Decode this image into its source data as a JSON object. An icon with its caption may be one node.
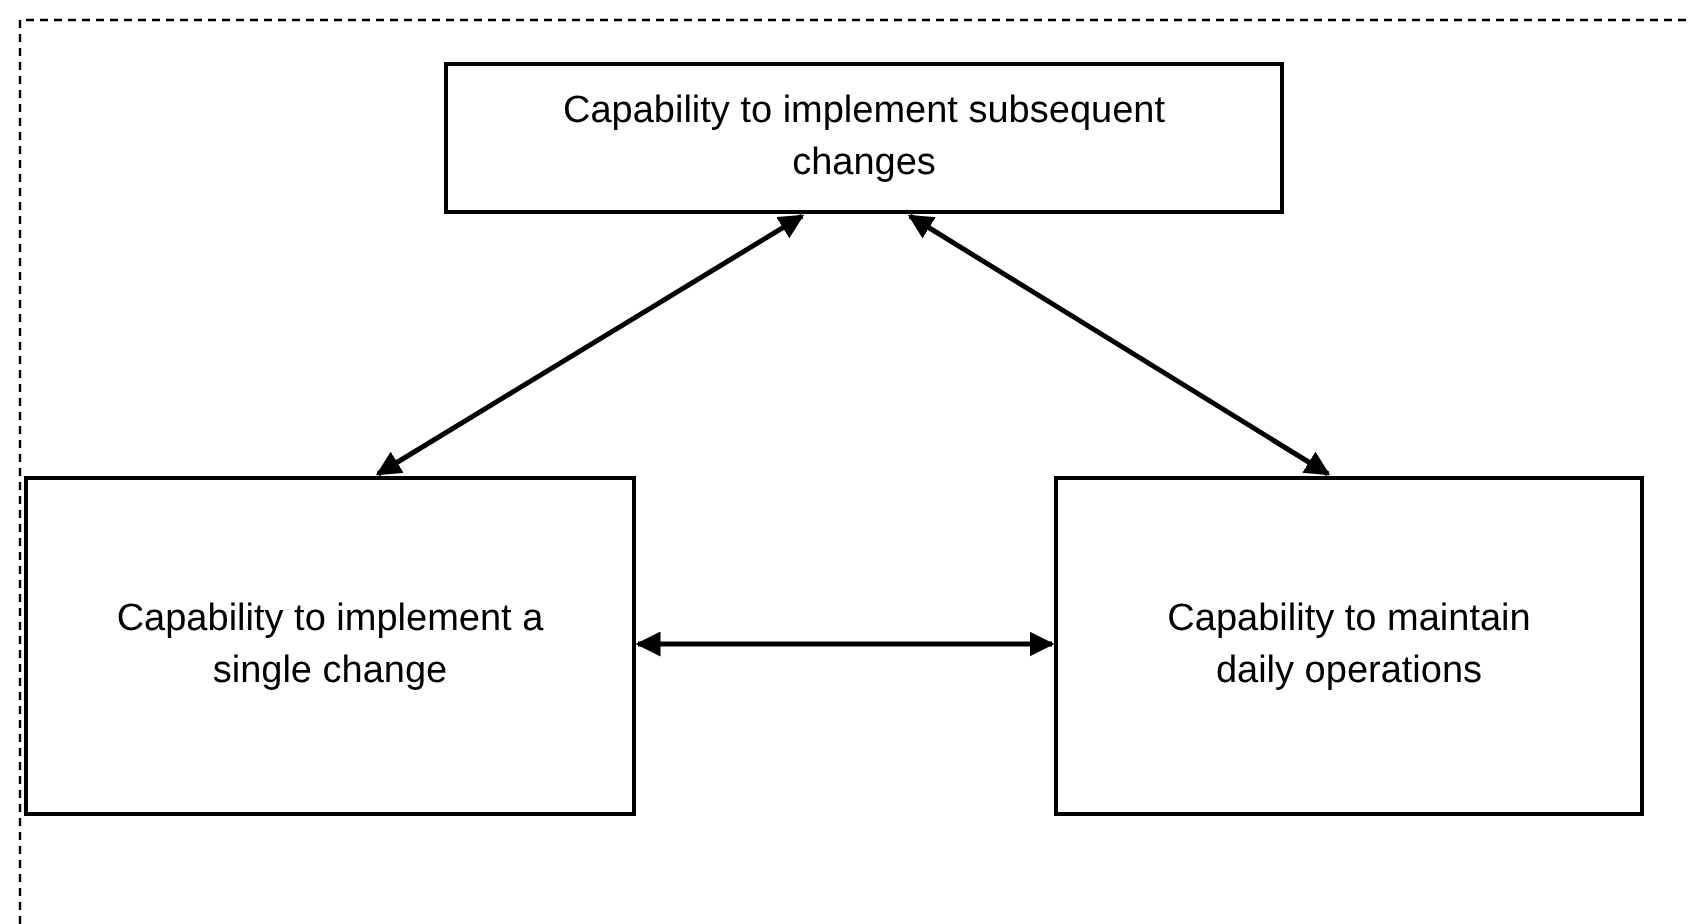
{
  "diagram": {
    "nodes": [
      {
        "text": [
          "Capability to implement subsequent changes"
        ]
      },
      {
        "text": [
          "Capability to implement a single change"
        ]
      },
      {
        "text": [
          "Capability to maintain daily operations"
        ]
      }
    ],
    "edges": [
      {
        "from": 0,
        "to": 1,
        "arrow": "both"
      },
      {
        "from": 0,
        "to": 2,
        "arrow": "both"
      },
      {
        "from": 1,
        "to": 2,
        "arrow": "both"
      }
    ]
  }
}
